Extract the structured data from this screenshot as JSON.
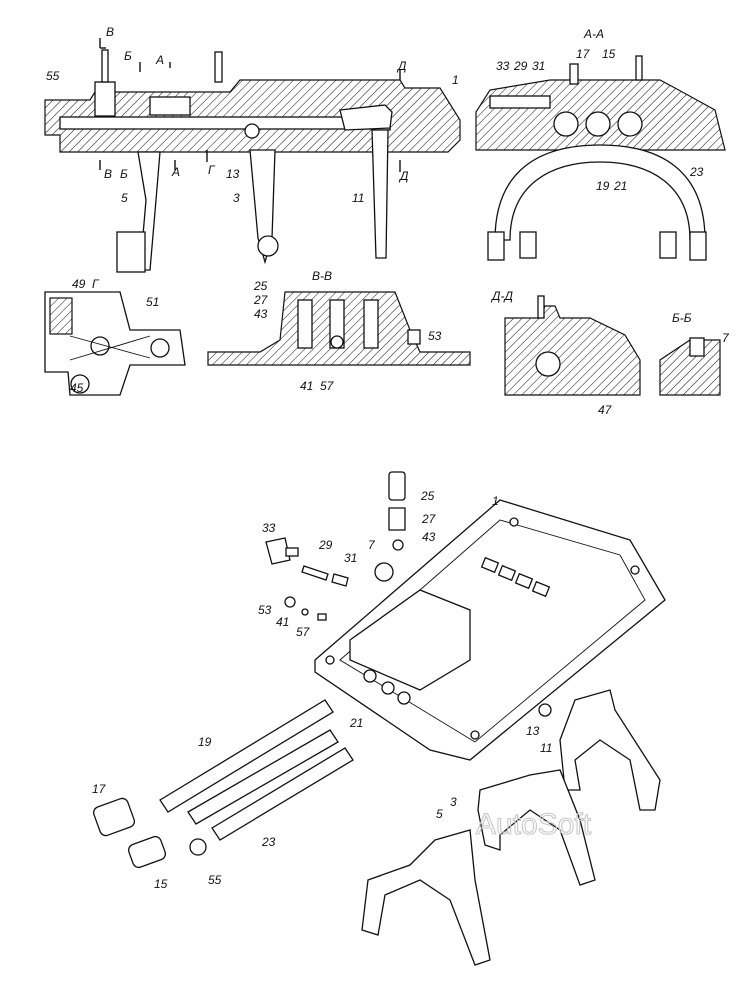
{
  "watermark": "AutoSoft",
  "sections": {
    "aa": "А-А",
    "vv": "В-В",
    "dd": "Д-Д",
    "bb": "Б-Б",
    "g": "Г",
    "cut_a_top": "А",
    "cut_a_bottom": "А",
    "cut_b_top": "Б",
    "cut_b_bottom": "Б",
    "cut_v_top": "В",
    "cut_v_bottom": "В",
    "cut_d_top": "Д",
    "cut_d_bottom": "Д",
    "cut_g": "Г"
  },
  "callouts": {
    "main_view": [
      "55",
      "1",
      "5",
      "3",
      "13",
      "11"
    ],
    "aa_view": [
      "33",
      "29",
      "31",
      "17",
      "15",
      "19",
      "21",
      "23"
    ],
    "g_view": [
      "49",
      "51",
      "45"
    ],
    "vv_view": [
      "25",
      "27",
      "43",
      "53",
      "41",
      "57"
    ],
    "dd_view": [
      "47"
    ],
    "bb_view": [
      "7"
    ],
    "exploded": [
      "25",
      "1",
      "27",
      "43",
      "33",
      "29",
      "31",
      "7",
      "53",
      "41",
      "57",
      "21",
      "19",
      "13",
      "11",
      "17",
      "3",
      "23",
      "5",
      "15",
      "55"
    ]
  }
}
